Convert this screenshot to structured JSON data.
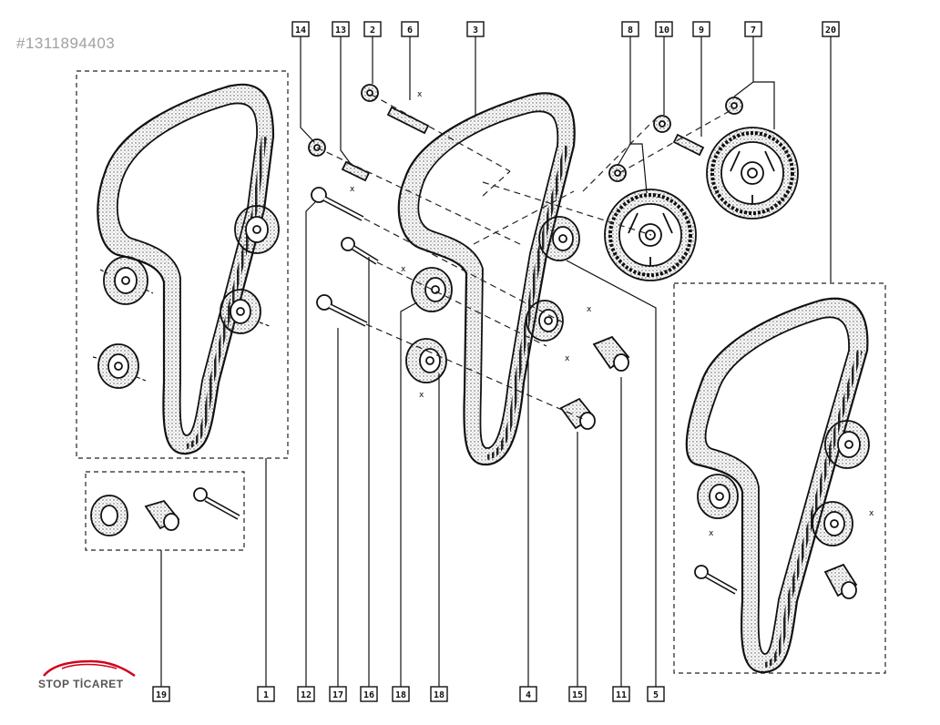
{
  "reference_id": "#1311894403",
  "logo": {
    "text": "STOP TİCARET",
    "brand_color": "#d0021b"
  },
  "callouts": {
    "top": [
      "14",
      "13",
      "2",
      "6",
      "3",
      "8",
      "10",
      "9",
      "7",
      "20"
    ],
    "bottom": [
      "19",
      "1",
      "12",
      "17",
      "16",
      "18",
      "18",
      "4",
      "15",
      "11",
      "5"
    ]
  },
  "dimension_mark": "x",
  "colors": {
    "line": "#111111",
    "dash": "#222222",
    "fill": "#ffffff",
    "stipple": "#555555"
  }
}
